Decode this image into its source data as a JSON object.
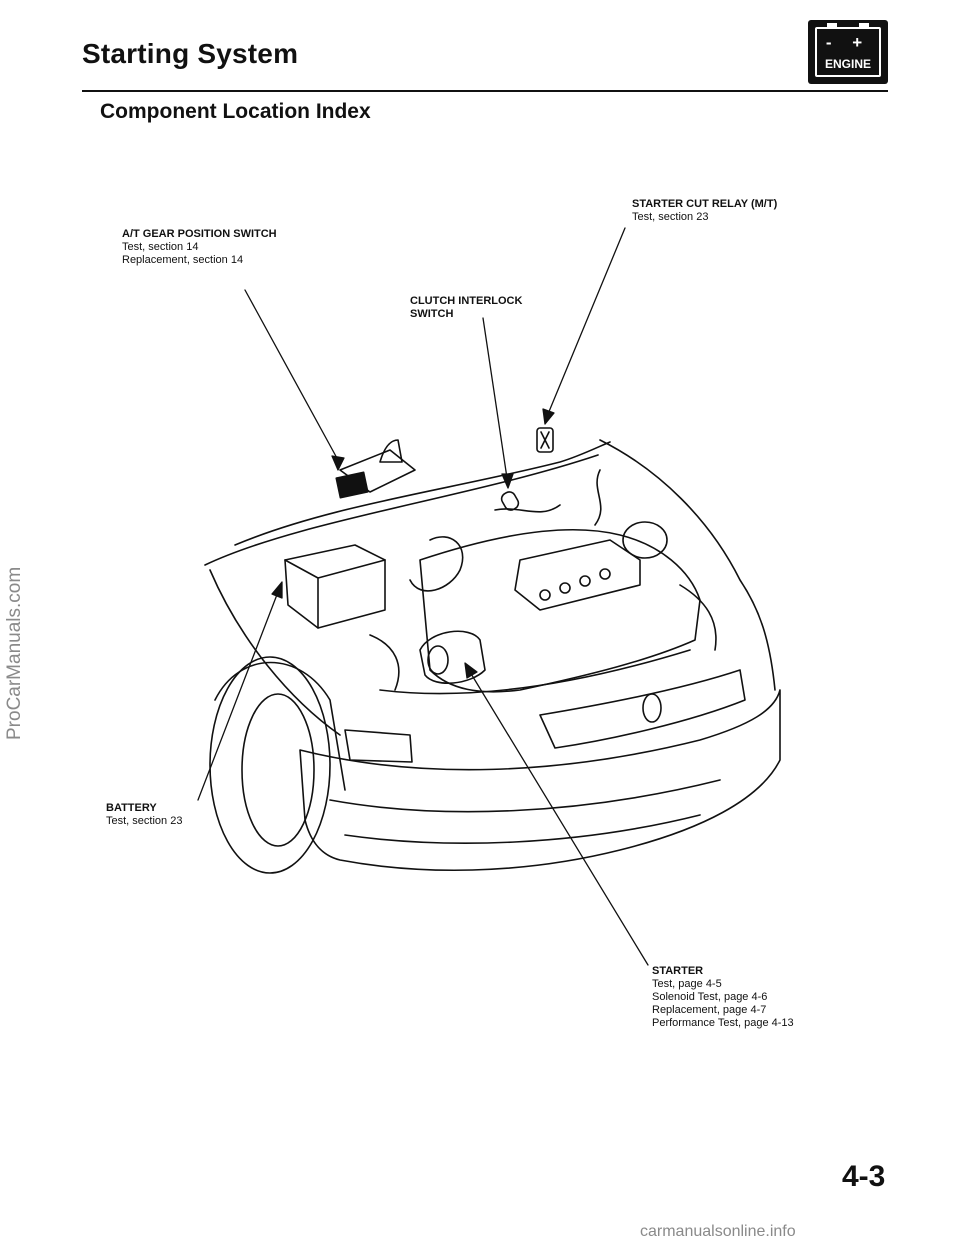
{
  "header": {
    "title": "Starting System",
    "subtitle": "Component Location Index",
    "badge_symbols": "- +",
    "badge_label": "ENGINE"
  },
  "callouts": {
    "starter_cut_relay": {
      "title": "STARTER CUT RELAY (M/T)",
      "lines": [
        "Test, section 23"
      ]
    },
    "at_gear_position_switch": {
      "title": "A/T GEAR POSITION SWITCH",
      "lines": [
        "Test, section 14",
        "Replacement, section 14"
      ]
    },
    "clutch_interlock_switch": {
      "title_line1": "CLUTCH INTERLOCK",
      "title_line2": "SWITCH"
    },
    "battery": {
      "title": "BATTERY",
      "lines": [
        "Test, section 23"
      ]
    },
    "starter": {
      "title": "STARTER",
      "lines": [
        "Test, page 4-5",
        "Solenoid Test, page 4-6",
        "Replacement, page 4-7",
        "Performance Test, page 4-13"
      ]
    }
  },
  "footer": {
    "page_number": "4-3",
    "watermark_side": "ProCarManuals.com",
    "watermark_bottom": "carmanualsonline.info"
  }
}
